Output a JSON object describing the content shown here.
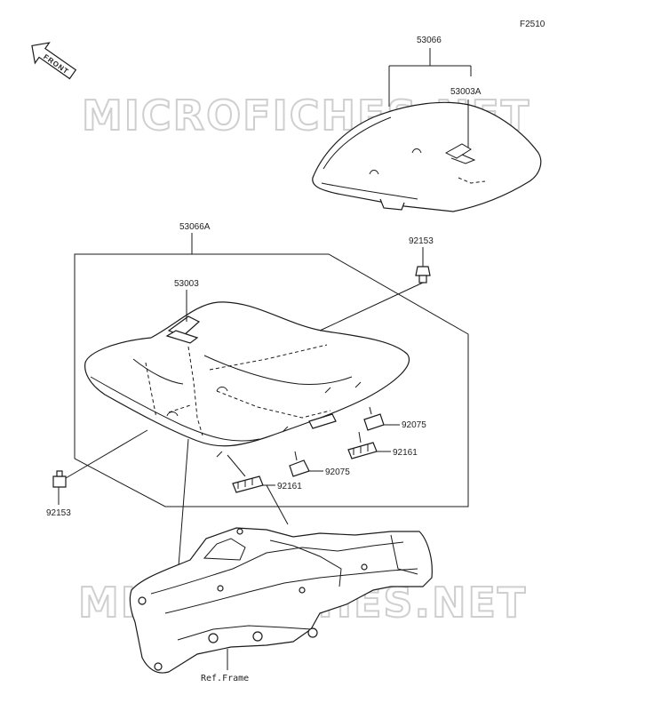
{
  "figure_code": "F2510",
  "front_badge": "FRONT",
  "watermark": "MICROFICHES.NET",
  "callouts": {
    "cover_assy": "53066",
    "cover_strap": "53003A",
    "seat_assy": "53066A",
    "seat_strap": "53003",
    "bolt_top": "92153",
    "bolt_left": "92153",
    "damper_right": "92075",
    "damper_mid": "92075",
    "grommet_right": "92161",
    "grommet_left": "92161",
    "frame_ref": "Ref.Frame"
  },
  "colors": {
    "line": "#1a1a1a",
    "watermark": "#cfcfcf",
    "background": "#ffffff"
  }
}
